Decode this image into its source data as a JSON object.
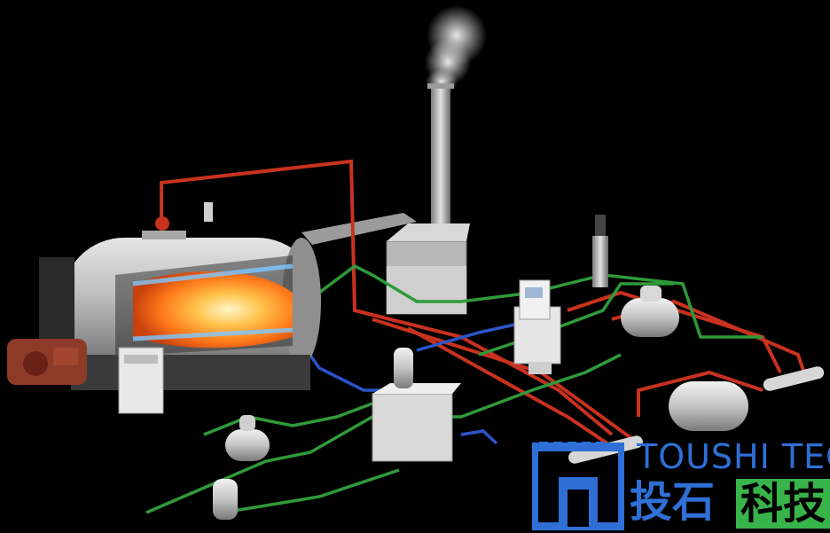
{
  "scene": {
    "subject": "boiler-system",
    "background": "#000000",
    "pipe_colors": {
      "steam": "#c8321e",
      "water": "#2f9a3a",
      "feed": "#2d54c8"
    }
  },
  "branding": {
    "logo_text_en": "TOUSHI TEC",
    "logo_text_cn_1": "投石",
    "logo_text_cn_2": "科技",
    "colors": {
      "primary": "#2f6fd6",
      "secondary": "#39b44a"
    }
  }
}
